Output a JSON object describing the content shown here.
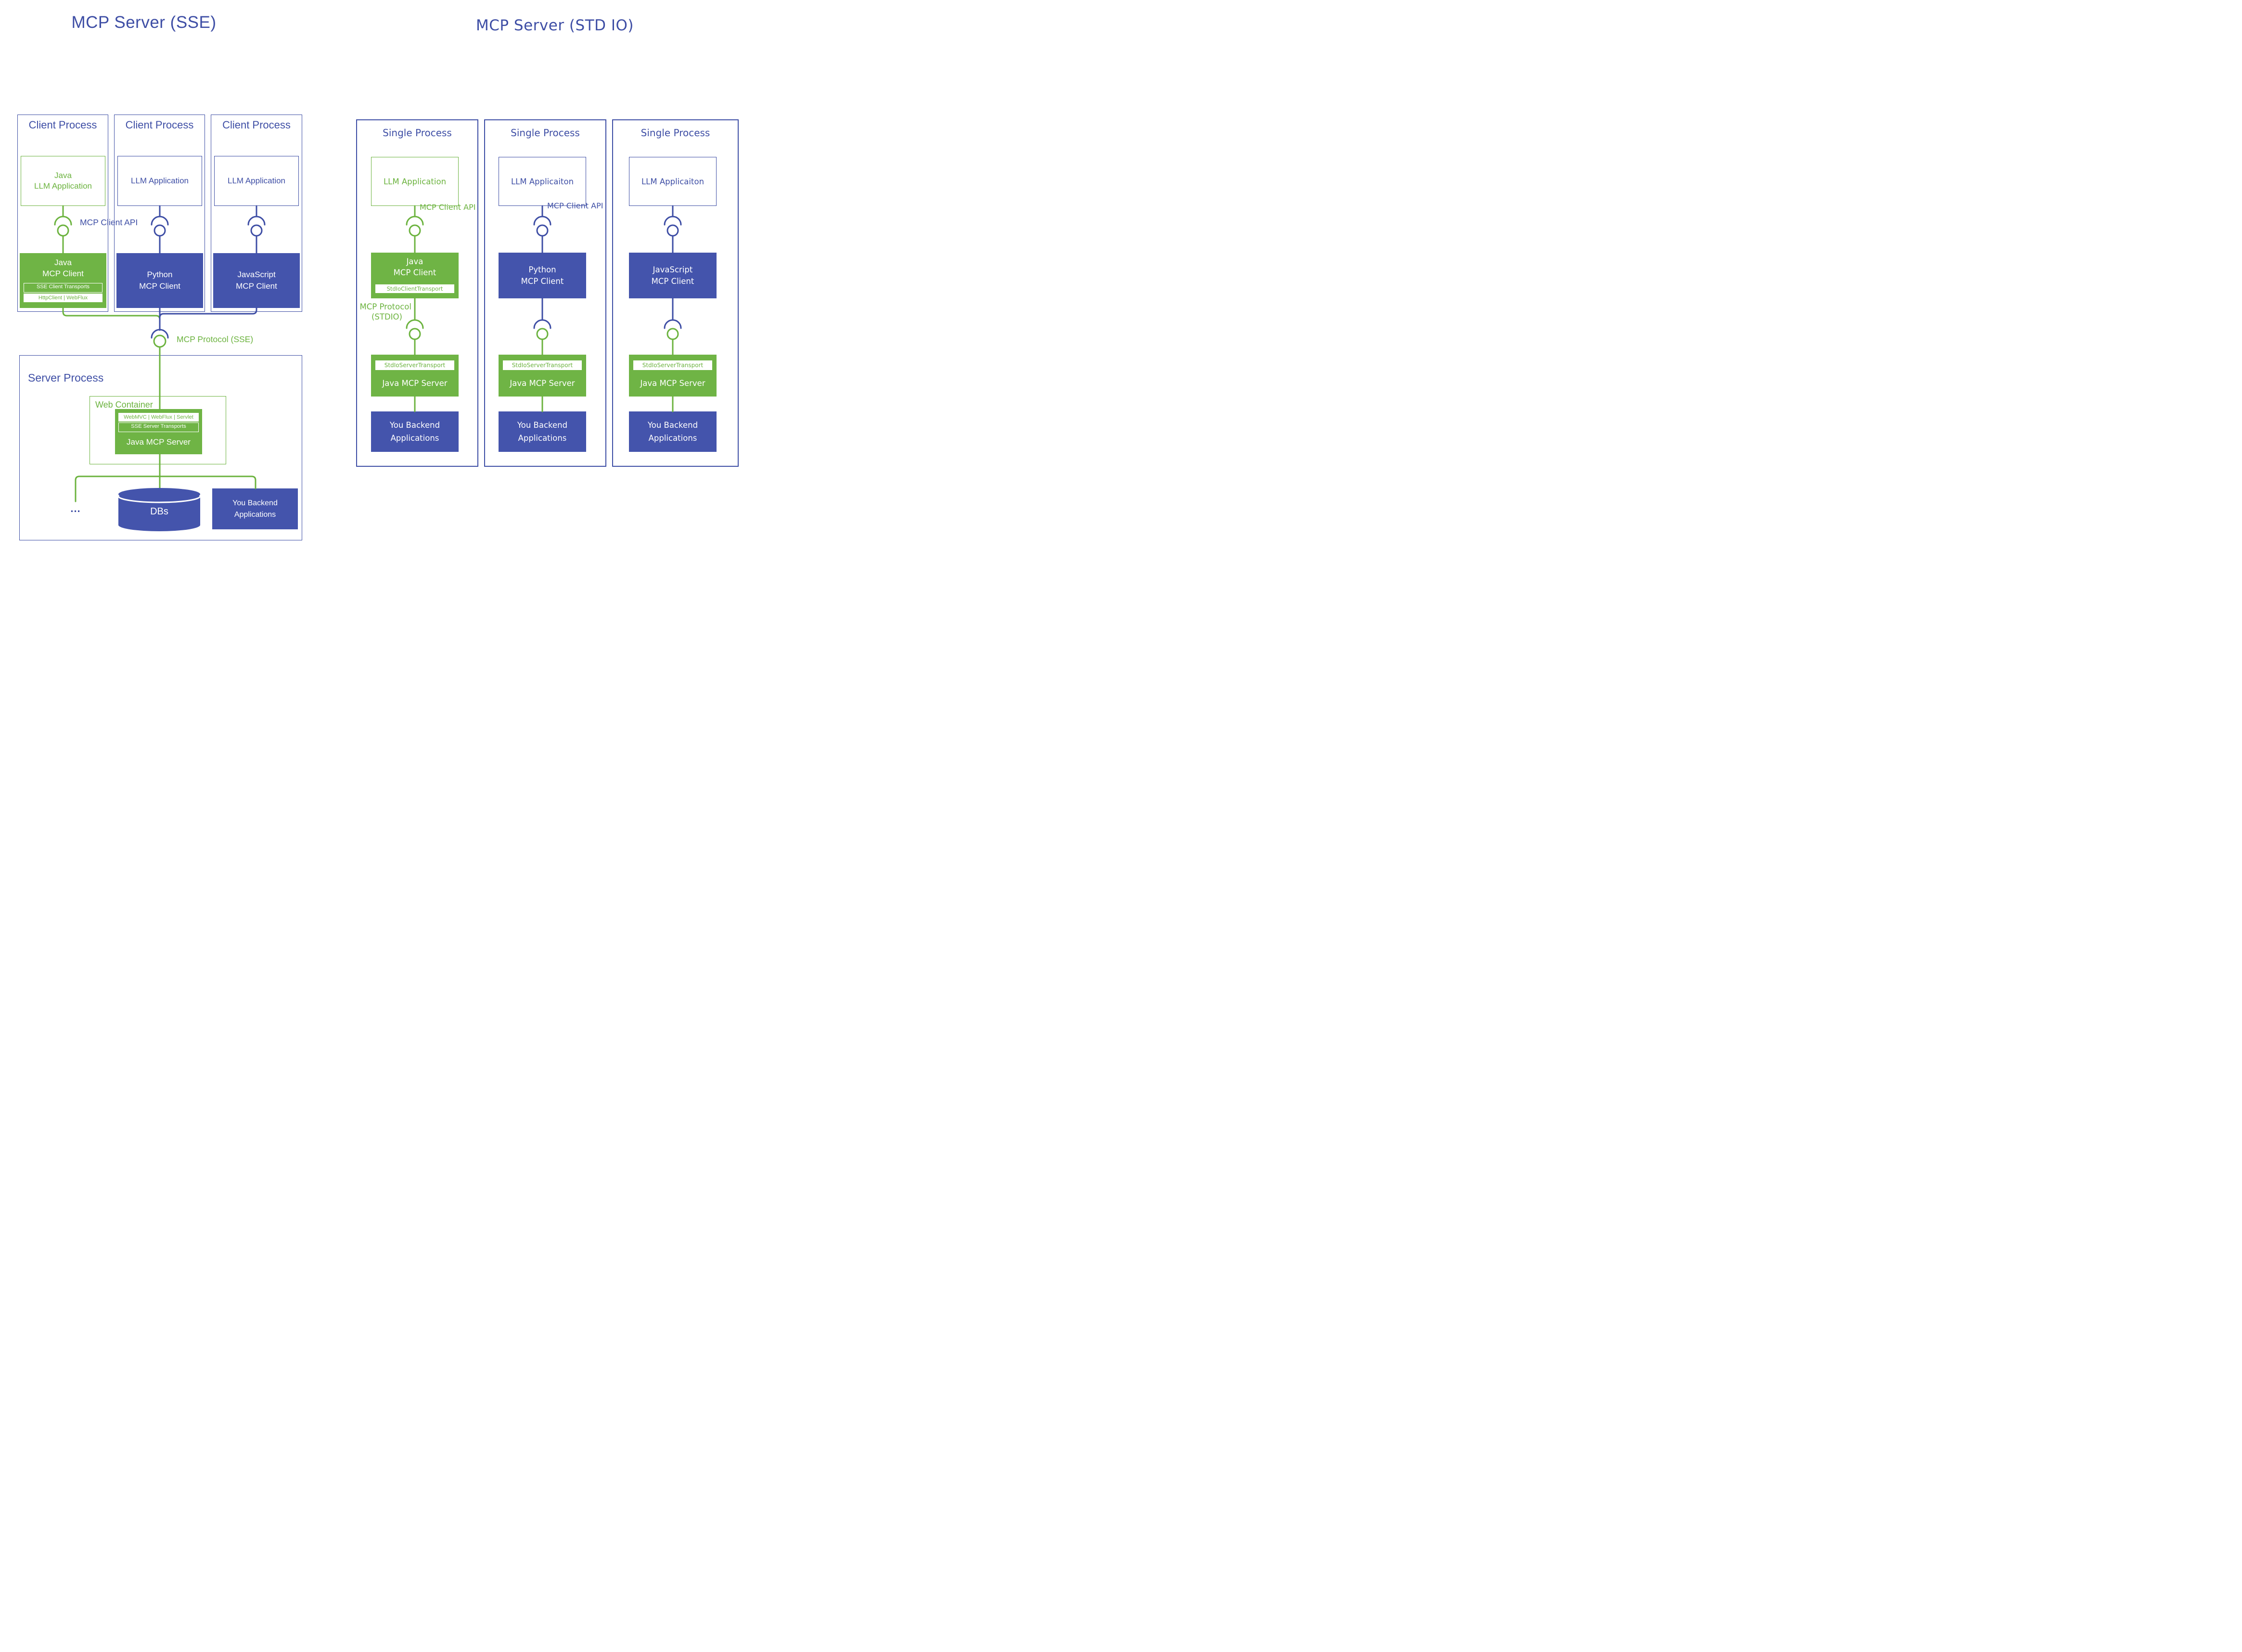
{
  "colors": {
    "green": "#6CB33F",
    "green_fill": "#6FB445",
    "blue": "#3E4EA5",
    "blue_fill": "#4454AC",
    "background": "#FFFFFF"
  },
  "left": {
    "title": "MCP Server (SSE)",
    "column_headers": [
      "Client Process",
      "Client Process",
      "Client Process"
    ],
    "apps": {
      "col1_line1": "Java",
      "col1_line2": "LLM Application",
      "col2": "LLM Application",
      "col3": "LLM Application"
    },
    "client_api_label": "MCP Client API",
    "clients": {
      "col1": {
        "line1": "Java",
        "line2": "MCP Client",
        "bar1": "SSE Client Transports",
        "bar2": "HttpClient | WebFlux"
      },
      "col2": {
        "line1": "Python",
        "line2": "MCP Client"
      },
      "col3": {
        "line1": "JavaScript",
        "line2": "MCP Client"
      }
    },
    "protocol_label": "MCP Protocol (SSE)",
    "server": {
      "header": "Server Process",
      "web_container_label": "Web Container",
      "mcp_server": {
        "bar1": "WebMVC | WebFlux | Servlet",
        "bar2": "SSE Server Transports",
        "title": "Java MCP Server"
      },
      "dots": "...",
      "db_label": "DBs",
      "backend_line1": "You Backend",
      "backend_line2": "Applications"
    }
  },
  "right": {
    "title": "MCP Server (STD IO)",
    "column_headers": [
      "Single Process",
      "Single Process",
      "Single Process"
    ],
    "col1": {
      "app": "LLM Application",
      "client_api_label": "MCP Client API",
      "client": {
        "line1": "Java",
        "line2": "MCP Client",
        "bar": "StdIoClientTransport"
      },
      "protocol_label_line1": "MCP Protocol",
      "protocol_label_line2": "(STDIO)",
      "server": {
        "bar": "StdIoServerTransport",
        "title": "Java MCP Server"
      },
      "backend_line1": "You Backend",
      "backend_line2": "Applications"
    },
    "col2": {
      "app": "LLM Applicaiton",
      "client_api_label": "MCP Client API",
      "client": {
        "line1": "Python",
        "line2": "MCP Client"
      },
      "server": {
        "bar": "StdIoServerTransport",
        "title": "Java MCP Server"
      },
      "backend_line1": "You Backend",
      "backend_line2": "Applications"
    },
    "col3": {
      "app": "LLM Applicaiton",
      "client": {
        "line1": "JavaScript",
        "line2": "MCP Client"
      },
      "server": {
        "bar": "StdIoServerTransport",
        "title": "Java MCP Server"
      },
      "backend_line1": "You Backend",
      "backend_line2": "Applications"
    }
  }
}
